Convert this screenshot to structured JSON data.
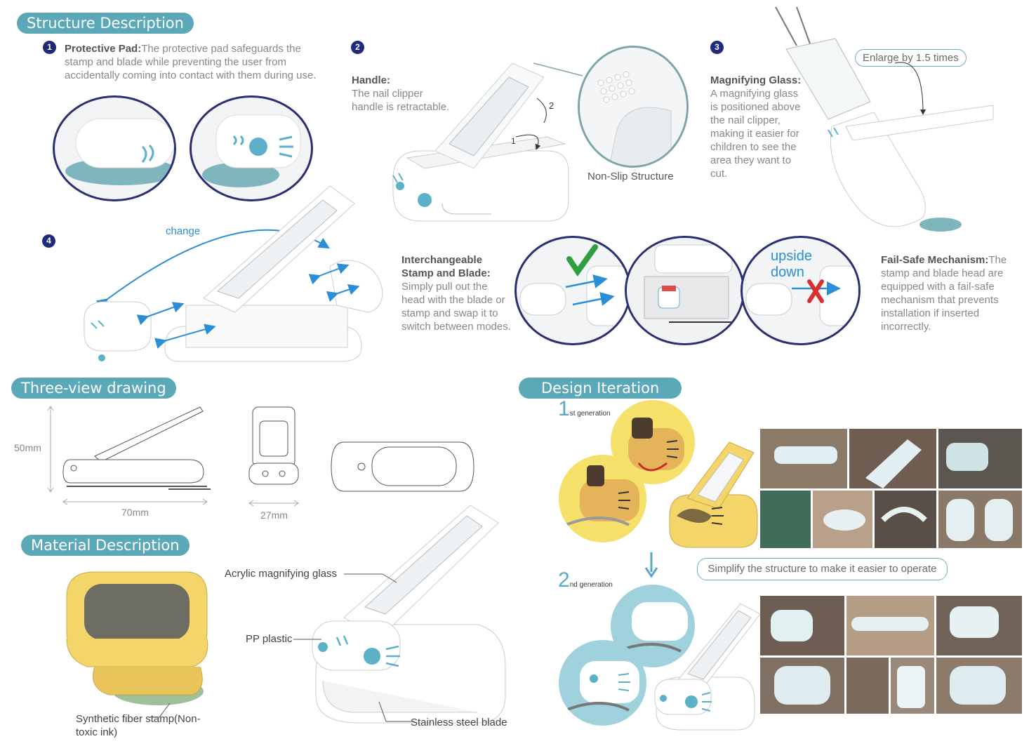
{
  "sections": {
    "structure": "Structure Description",
    "three_view": "Three-view drawing",
    "material": "Material Description",
    "design": "Design Iteration"
  },
  "features": {
    "f1": {
      "num": "1",
      "title": "Protective Pad:",
      "text": "The protective pad safeguards the stamp and blade while preventing the user from accidentally coming into contact with them during use."
    },
    "f2": {
      "num": "2",
      "title": "Handle:",
      "text": "The nail clipper handle is retractable."
    },
    "f3": {
      "num": "3",
      "title": "Magnifying Glass:",
      "text": "A magnifying glass is positioned above the nail clipper, making it easier for children to see the area they want to cut."
    },
    "f4": {
      "num": "4",
      "change": "change"
    },
    "interchange": {
      "title": "Interchangeable Stamp and Blade:",
      "text": "Simply pull out the head with the blade or stamp and swap it to switch between modes."
    },
    "failsafe": {
      "title": "Fail-Safe Mechanism:",
      "text": "The stamp and blade head are equipped with a fail-safe mechanism that prevents installation if inserted incorrectly."
    }
  },
  "labels": {
    "non_slip": "Non-Slip Structure",
    "enlarge": "Enlarge by 1.5 times",
    "upside_down": "upside down",
    "arrow_1": "1",
    "arrow_2": "2"
  },
  "dimensions": {
    "height": "50mm",
    "length": "70mm",
    "width": "27mm"
  },
  "materials": {
    "acrylic": "Acrylic magnifying glass",
    "pp": "PP plastic",
    "stamp": "Synthetic fiber stamp(Non-toxic ink)",
    "blade": "Stainless steel blade"
  },
  "iteration": {
    "gen1_num": "1",
    "gen1_suffix": "st generation",
    "gen2_num": "2",
    "gen2_suffix": "nd generation",
    "simplify": "Simplify the structure to make it easier to operate"
  },
  "colors": {
    "accent": "#5aa8b8",
    "navy": "#1f2a7a",
    "arrow": "#2a8fd6",
    "cat_blue": "#5cb0c8",
    "yellow": "#f3d56a"
  }
}
